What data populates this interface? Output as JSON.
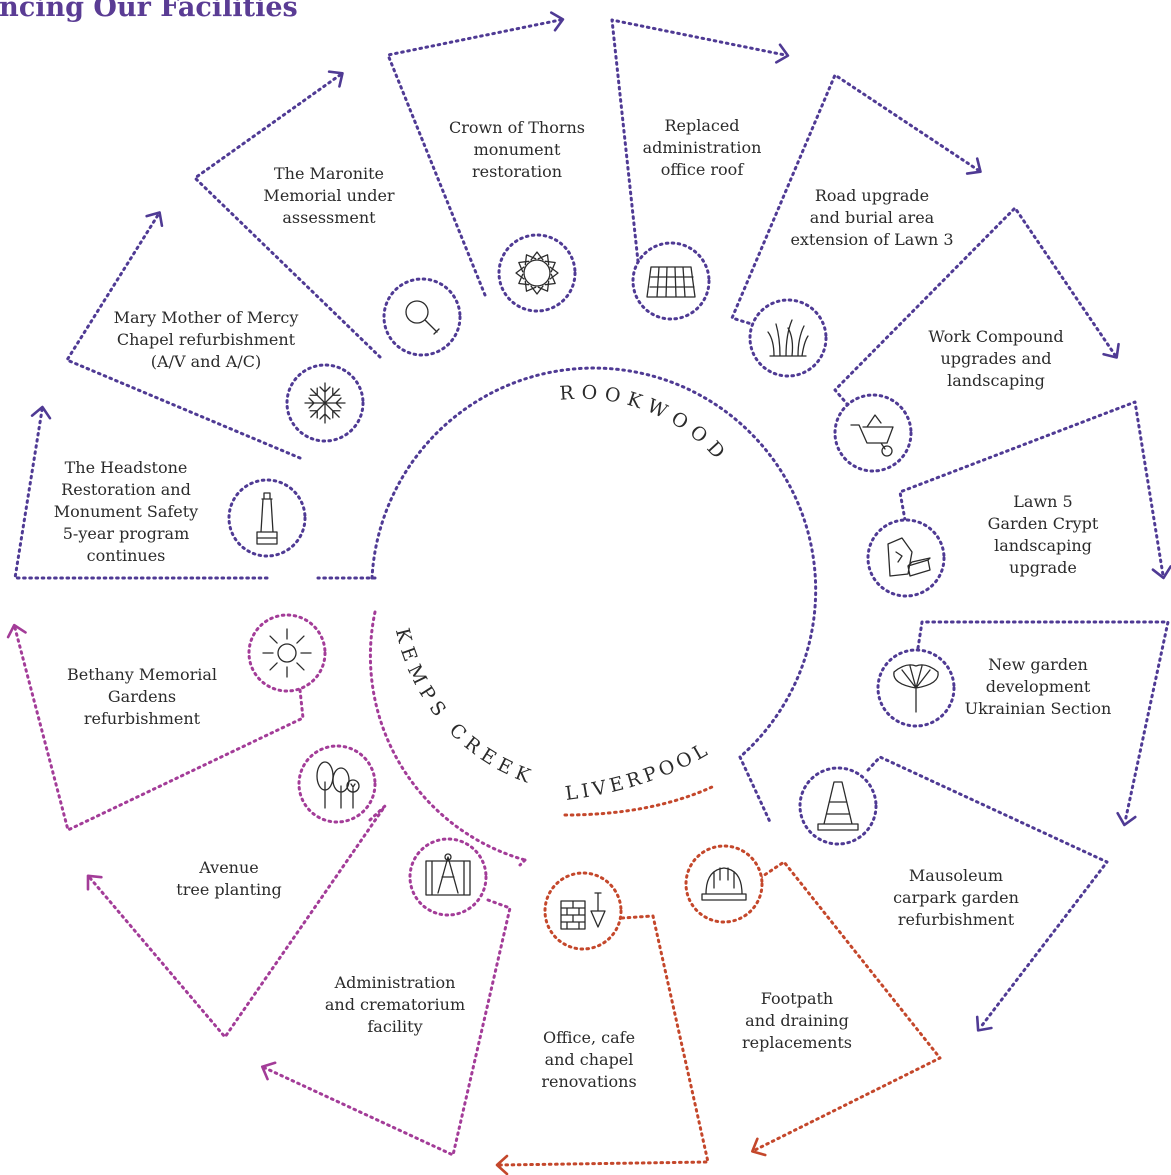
{
  "title": "vancing Our Facilities",
  "colors": {
    "rookwood": "#4f3a94",
    "kemps_creek": "#a33c98",
    "liverpool": "#c4472b",
    "text": "#2b2b2b"
  },
  "regions": {
    "rookwood": "ROOKWOOD",
    "kemps_creek": "KEMPS CREEK",
    "liverpool": "LIVERPOOL"
  },
  "projects": [
    {
      "id": "headstone",
      "lines": [
        "The Headstone",
        "Restoration and",
        "Monument Safety",
        "5-year program",
        "continues"
      ],
      "icon": "lighthouse-monument-icon",
      "region": "rookwood"
    },
    {
      "id": "mary-mother",
      "lines": [
        "Mary Mother of Mercy",
        "Chapel refurbishment",
        "(A/V and A/C)"
      ],
      "icon": "snowflake-icon",
      "region": "rookwood"
    },
    {
      "id": "maronite",
      "lines": [
        "The Maronite",
        "Memorial under",
        "assessment"
      ],
      "icon": "magnifier-icon",
      "region": "rookwood"
    },
    {
      "id": "crown-thorns",
      "lines": [
        "Crown of Thorns",
        "monument",
        "restoration"
      ],
      "icon": "crown-of-thorns-icon",
      "region": "rookwood"
    },
    {
      "id": "admin-roof",
      "lines": [
        "Replaced",
        "administration",
        "office roof"
      ],
      "icon": "roof-tiles-icon",
      "region": "rookwood"
    },
    {
      "id": "road-upgrade",
      "lines": [
        "Road upgrade",
        "and burial area",
        "extension of Lawn 3"
      ],
      "icon": "grass-icon",
      "region": "rookwood"
    },
    {
      "id": "work-compound",
      "lines": [
        "Work Compound",
        "upgrades and",
        "landscaping"
      ],
      "icon": "wheelbarrow-icon",
      "region": "rookwood"
    },
    {
      "id": "lawn5",
      "lines": [
        "Lawn 5",
        "Garden Crypt",
        "landscaping",
        "upgrade"
      ],
      "icon": "brick-bag-icon",
      "region": "rookwood"
    },
    {
      "id": "ukrainian",
      "lines": [
        "New garden",
        "development",
        "Ukrainian Section"
      ],
      "icon": "ginkgo-leaf-icon",
      "region": "rookwood"
    },
    {
      "id": "mausoleum",
      "lines": [
        "Mausoleum",
        "carpark garden",
        "refurbishment"
      ],
      "icon": "traffic-cone-icon",
      "region": "rookwood"
    },
    {
      "id": "footpath",
      "lines": [
        "Footpath",
        "and draining",
        "replacements"
      ],
      "icon": "hard-hat-icon",
      "region": "liverpool"
    },
    {
      "id": "office-cafe",
      "lines": [
        "Office, cafe",
        "and chapel",
        "renovations"
      ],
      "icon": "bricks-trowel-icon",
      "region": "liverpool"
    },
    {
      "id": "admin-crematorium",
      "lines": [
        "Administration",
        "and crematorium",
        "facility"
      ],
      "icon": "blueprint-compass-icon",
      "region": "kemps_creek"
    },
    {
      "id": "avenue",
      "lines": [
        "Avenue",
        "tree planting"
      ],
      "icon": "trees-icon",
      "region": "kemps_creek"
    },
    {
      "id": "bethany",
      "lines": [
        "Bethany Memorial",
        "Gardens",
        "refurbishment"
      ],
      "icon": "sun-icon",
      "region": "kemps_creek"
    }
  ]
}
